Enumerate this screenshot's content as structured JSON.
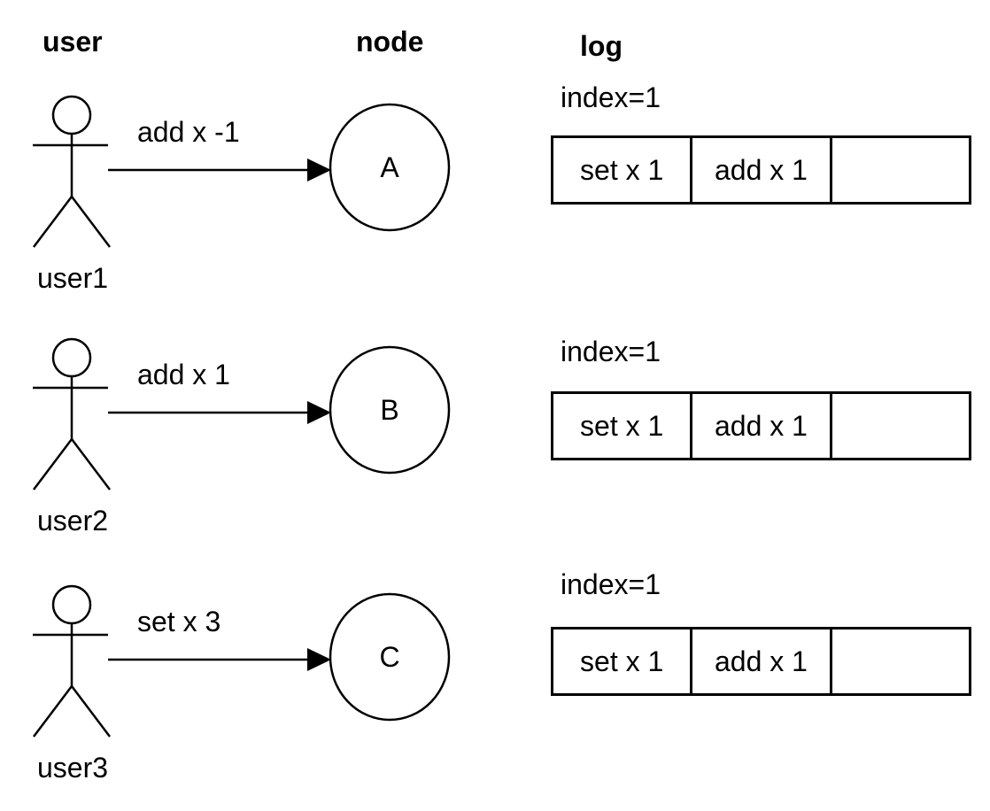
{
  "diagram": {
    "headers": {
      "user": "user",
      "node": "node",
      "log": "log"
    },
    "rows": [
      {
        "actor": "user1",
        "message": "add x -1",
        "node": "A",
        "log": {
          "index_label": "index=1",
          "cells": [
            "set x 1",
            "add x 1",
            ""
          ]
        }
      },
      {
        "actor": "user2",
        "message": "add x 1",
        "node": "B",
        "log": {
          "index_label": "index=1",
          "cells": [
            "set x 1",
            "add x 1",
            ""
          ]
        }
      },
      {
        "actor": "user3",
        "message": "set x 3",
        "node": "C",
        "log": {
          "index_label": "index=1",
          "cells": [
            "set x 1",
            "add x 1",
            ""
          ]
        }
      }
    ],
    "colors": {
      "stroke": "#000000",
      "text": "#000000",
      "background": "#ffffff"
    }
  }
}
